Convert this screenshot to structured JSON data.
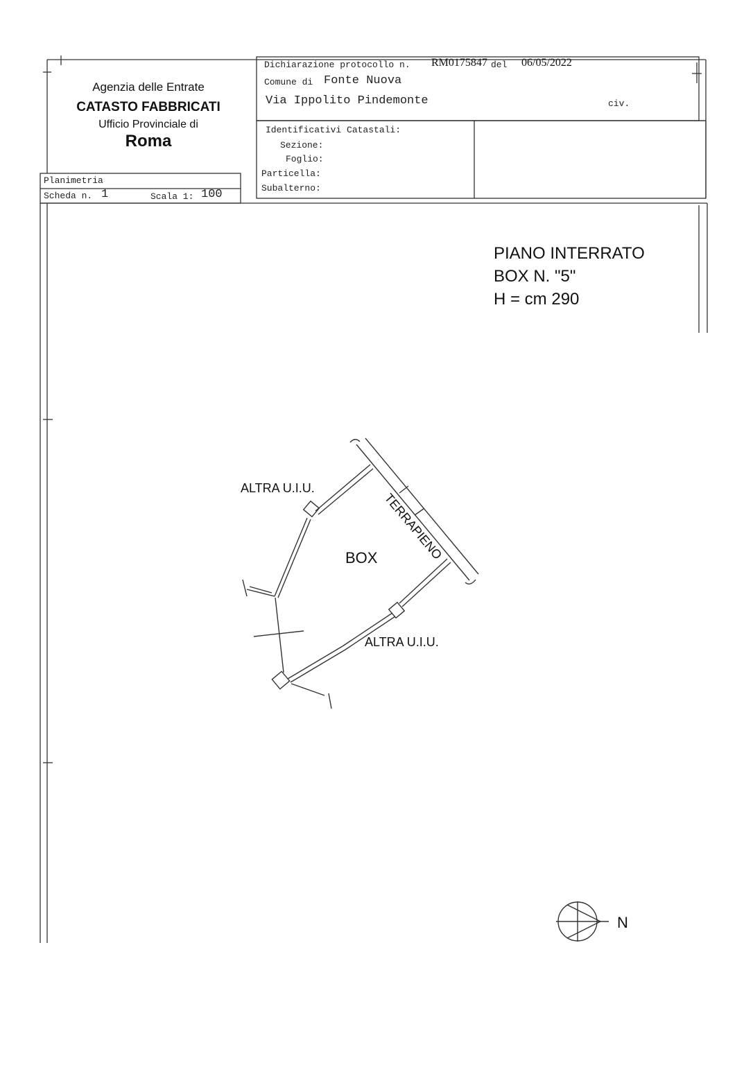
{
  "office": {
    "agency": "Agenzia delle Entrate",
    "department": "CATASTO FABBRICATI",
    "office": "Ufficio Provinciale di",
    "city": "Roma"
  },
  "form": {
    "planimetria_label": "Planimetria",
    "scheda_label": "Scheda n.",
    "scheda_value": "1",
    "scala_label": "Scala 1:",
    "scala_value": "100"
  },
  "declaration": {
    "protocol_label": "Dichiarazione protocollo n.",
    "protocol_value": "RM0175847",
    "date_label": "del",
    "date_value": "06/05/2022",
    "comune_label": "Comune di",
    "comune_value": "Fonte Nuova",
    "address": "Via Ippolito Pindemonte",
    "civ_label": "civ."
  },
  "identifiers": {
    "title": "Identificativi Catastali:",
    "sezione_label": "Sezione:",
    "foglio_label": "Foglio:",
    "particella_label": "Particella:",
    "subalterno_label": "Subalterno:"
  },
  "plan": {
    "floor": "PIANO INTERRATO",
    "box_number": "BOX  N.  \"5\"",
    "height": "H  = cm 290",
    "room_label": "BOX",
    "neighbor_top": "ALTRA U.I.U.",
    "neighbor_bottom": "ALTRA U.I.U.",
    "embankment": "TERRAPIENO",
    "north": "N"
  }
}
